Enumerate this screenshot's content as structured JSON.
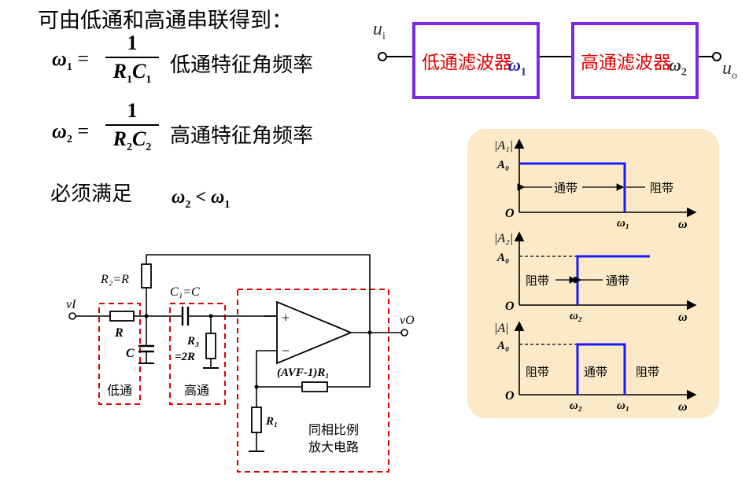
{
  "heading": "可由低通和高通串联得到：",
  "eq1": {
    "lhs": "ω",
    "lhs_sub": "1",
    "eq": "=",
    "num": "1",
    "den_a": "R",
    "den_a_sub": "1",
    "den_b": "C",
    "den_b_sub": "1",
    "desc": "低通特征角频率"
  },
  "eq2": {
    "lhs": "ω",
    "lhs_sub": "2",
    "eq": "=",
    "num": "1",
    "den_a": "R",
    "den_a_sub": "2",
    "den_b": "C",
    "den_b_sub": "2",
    "desc": "高通特征角频率"
  },
  "condition": {
    "label": "必须满足",
    "expr_a": "ω",
    "expr_a_sub": "2",
    "op": " < ",
    "expr_b": "ω",
    "expr_b_sub": "1"
  },
  "block_diagram": {
    "input": "u",
    "input_sub": "i",
    "output": "u",
    "output_sub": "o",
    "lowpass_label": "低通滤波器",
    "lowpass_omega": "ω",
    "lowpass_omega_sub": "1",
    "highpass_label": "高通滤波器",
    "highpass_omega": "ω",
    "highpass_omega_sub": "2",
    "box_border_color": "#7a2be2"
  },
  "circuit": {
    "r2_label": "R₂=R",
    "c1_label": "C₁=C",
    "vin_label": "vI",
    "vout_label": "vO",
    "r_label": "R",
    "c_label": "C",
    "r3_label_a": "R₃",
    "r3_label_b": "=2R",
    "feedback_label": "(AVF-1)R₁",
    "r1_label": "R₁",
    "plus": "+",
    "minus": "−",
    "lowpass_caption": "低通",
    "highpass_caption": "高通",
    "amp_caption_a": "同相比例",
    "amp_caption_b": "放大电路",
    "dashed_color": "#e00000"
  },
  "response": {
    "panel_color": "#fbe9c8",
    "trace_color": "#1a1aff",
    "plot1": {
      "ylabel": "|A₁|",
      "level": "A₀",
      "origin": "O",
      "xaxis": "ω",
      "tick": "ω₁",
      "pass": "通带",
      "stop": "阻带"
    },
    "plot2": {
      "ylabel": "|A₂|",
      "level": "A₀",
      "origin": "O",
      "xaxis": "ω",
      "tick": "ω₂",
      "pass": "通带",
      "stop": "阻带"
    },
    "plot3": {
      "ylabel": "|A|",
      "level": "A₀",
      "origin": "O",
      "xaxis": "ω",
      "tick_a": "ω₂",
      "tick_b": "ω₁",
      "stop_left": "阻带",
      "pass": "通带",
      "stop_right": "阻带"
    }
  }
}
